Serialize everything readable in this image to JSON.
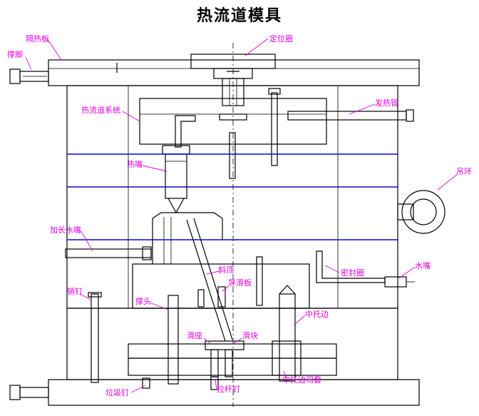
{
  "title": "热流道模具",
  "labels": {
    "insulation_plate": "隔热板",
    "screw_leg": "撑脚",
    "locating_ring": "定位圈",
    "hot_runner_system": "热流道系统",
    "heating_tube": "发热管",
    "hot_nozzle": "热嘴",
    "lifting_ring": "吊环",
    "extended_nozzle": "加长水嘴",
    "sealing_ring": "密封圈",
    "water_nozzle": "水嘴",
    "pin": "销钉",
    "angle_pin": "斜顶",
    "guide_plate": "导滑板",
    "ejector_head": "撑头",
    "center_bushing": "中托边",
    "slide_seat": "滑座",
    "slide_block": "滑块",
    "pull_pin": "拉杆钉",
    "stop_pin": "垃圾钉",
    "return_bushing": "中托边司套"
  },
  "colors": {
    "label": "#e000e0",
    "outline": "#000000",
    "blue": "#1010ff"
  }
}
